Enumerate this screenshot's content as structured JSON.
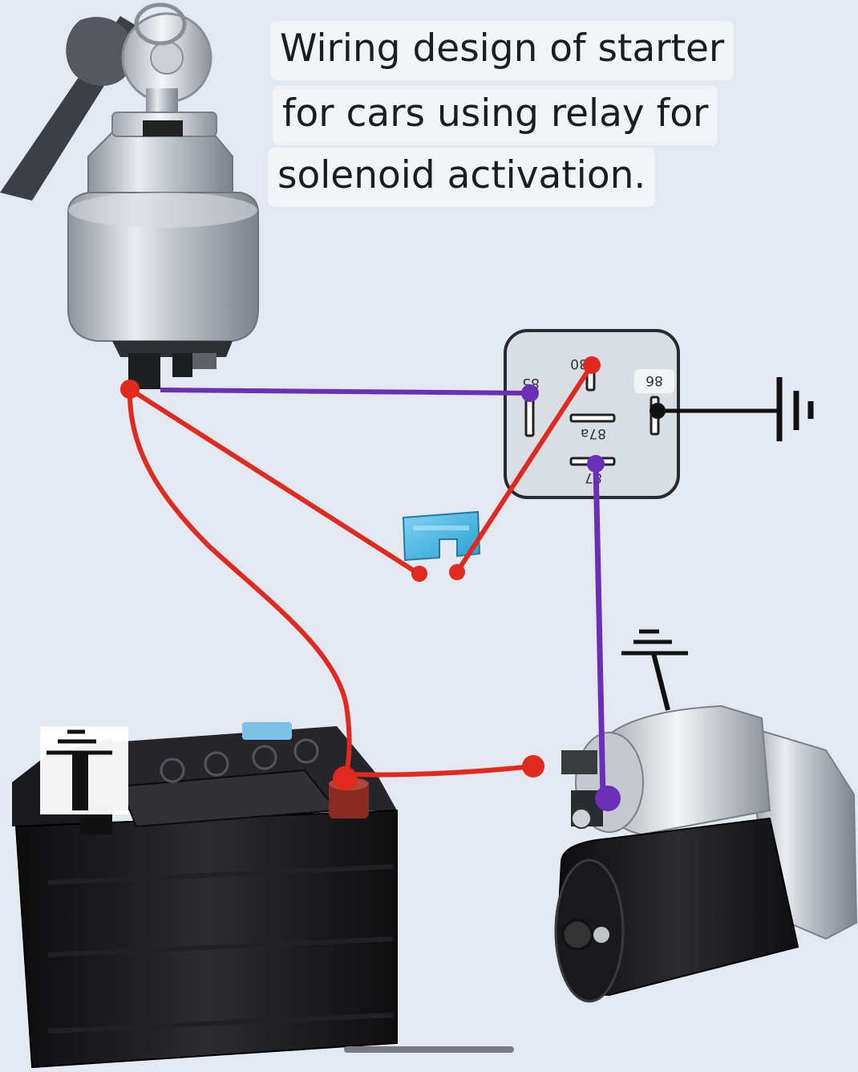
{
  "caption": {
    "lines": [
      "Wiring design of starter",
      "for cars using relay for",
      "solenoid activation."
    ]
  },
  "relay": {
    "terminals": {
      "t85": "85",
      "t30": "30",
      "t86": "86",
      "t87a": "87a",
      "t87": "87"
    }
  },
  "colors": {
    "red_wire": "#e02a1f",
    "purple_wire": "#6a2fb6",
    "ground": "#111111",
    "fuse": "#3fb4e4",
    "relay_body": "#d9dde4",
    "battery": "#1c1c1e",
    "positive_terminal": "#8a2a22"
  },
  "components": [
    "ignition-key-switch",
    "relay",
    "fuse",
    "battery",
    "starter-motor",
    "ground-symbols"
  ]
}
